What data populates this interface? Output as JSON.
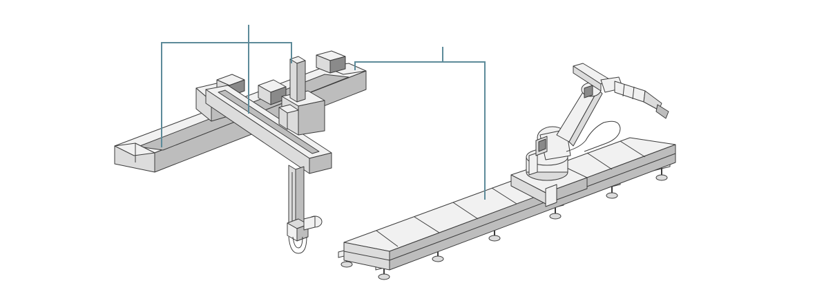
{
  "diagram": {
    "colors": {
      "background": "#ffffff",
      "light": "#f1f1f1",
      "mid": "#dcdcdc",
      "dark": "#bdbdbd",
      "motor": "#8a8a8a",
      "outline": "#3a3a3a",
      "leader": "#5c8a99"
    },
    "parts": [
      {
        "name": "gantry-robot",
        "icon": "gantry-robot-icon"
      },
      {
        "name": "track-mounted-articulated-robot",
        "icon": "linear-track-robot-icon"
      }
    ],
    "callouts": [
      {
        "name": "gantry-callout-leader"
      },
      {
        "name": "track-callout-leader"
      }
    ]
  }
}
